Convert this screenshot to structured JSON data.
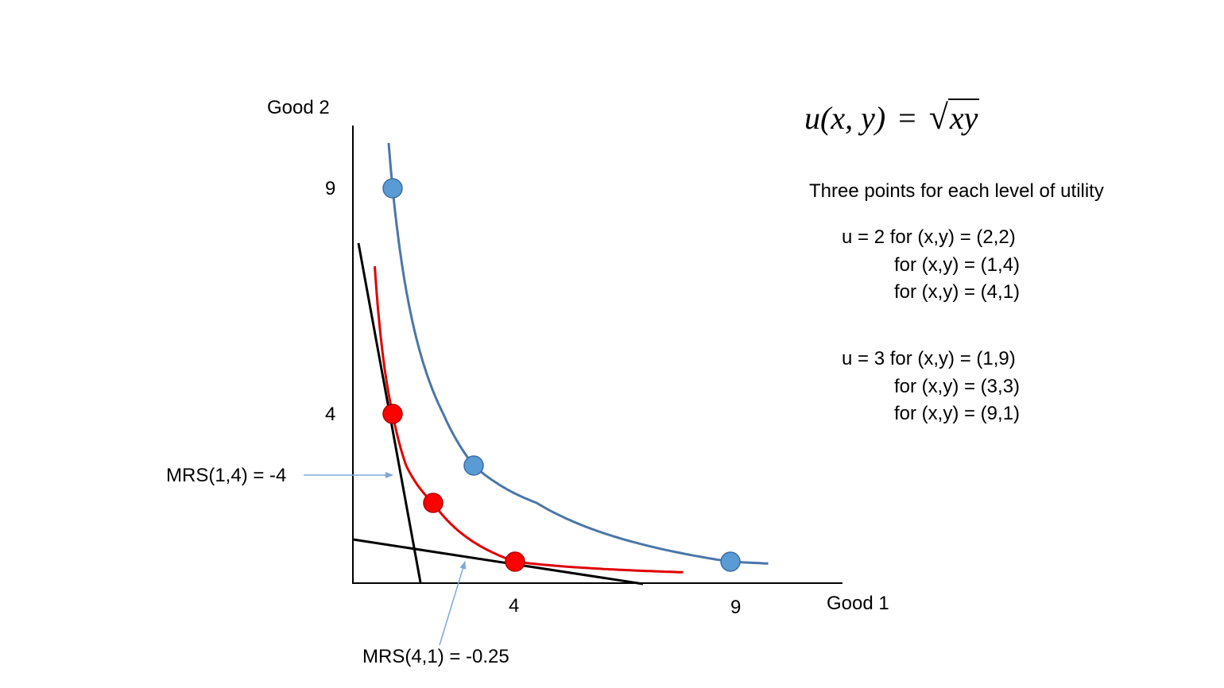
{
  "labels": {
    "y_axis": "Good 2",
    "x_axis": "Good 1",
    "y_tick_9": "9",
    "y_tick_4": "4",
    "x_tick_4": "4",
    "x_tick_9": "9",
    "mrs_14": "MRS(1,4) = -4",
    "mrs_41": "MRS(4,1) = -0.25"
  },
  "formula": {
    "lhs": "u(x, y)",
    "eq": "=",
    "radical": "√",
    "radicand": "xy"
  },
  "info": {
    "heading": "Three points for each level of utility",
    "u2": [
      "u = 2 for (x,y) = (2,2)",
      "for (x,y) = (1,4)",
      "for (x,y) = (4,1)"
    ],
    "u3": [
      "u = 3 for (x,y) = (1,9)",
      "for (x,y) = (3,3)",
      "for (x,y) = (9,1)"
    ]
  },
  "colors": {
    "u2_curve": "#e00000",
    "u3_curve": "#4a76a8",
    "u3_points": "#5b9bd5",
    "u2_points": "#ff0000",
    "arrow": "#7fa8d6",
    "axis": "#000000"
  },
  "curves": [
    {
      "name": "u = 2",
      "utility": 2,
      "points": [
        [
          2,
          2
        ],
        [
          1,
          4
        ],
        [
          4,
          1
        ]
      ]
    },
    {
      "name": "u = 3",
      "utility": 3,
      "points": [
        [
          1,
          9
        ],
        [
          3,
          3
        ],
        [
          9,
          1
        ]
      ]
    }
  ]
}
